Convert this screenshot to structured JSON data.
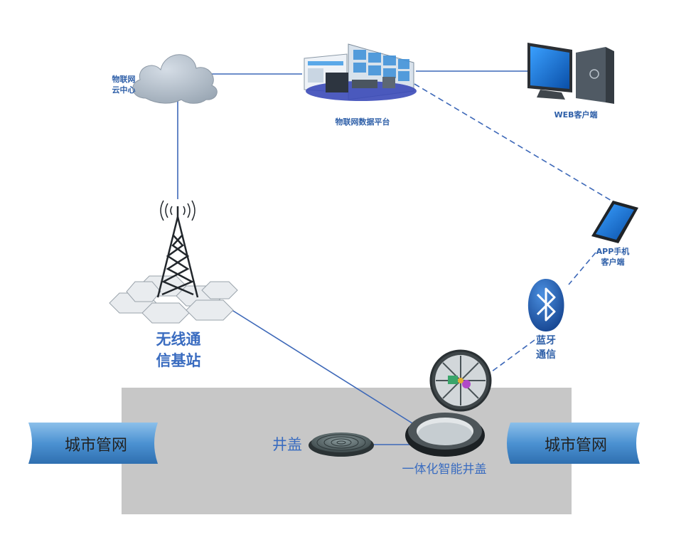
{
  "cloud": {
    "line1": "物联网",
    "line2": "云中心"
  },
  "platform": {
    "label": "物联网数据平台"
  },
  "web_client": {
    "label": "WEB客户端"
  },
  "app_client": {
    "line1": "APP手机",
    "line2": "客户端"
  },
  "bluetooth": {
    "line1": "蓝牙",
    "line2": "通信"
  },
  "base_station": {
    "line1": "无线通",
    "line2": "信基站"
  },
  "manhole": {
    "label": "井盖"
  },
  "smart_manhole": {
    "label": "一体化智能井盖"
  },
  "pipe_left": {
    "label": "城市管网"
  },
  "pipe_right": {
    "label": "城市管网"
  },
  "colors": {
    "link": "#3d68b8",
    "ground": "#c7c7c7",
    "pipe": "#4a8fd0",
    "text_blue": "#2e5fa8"
  }
}
